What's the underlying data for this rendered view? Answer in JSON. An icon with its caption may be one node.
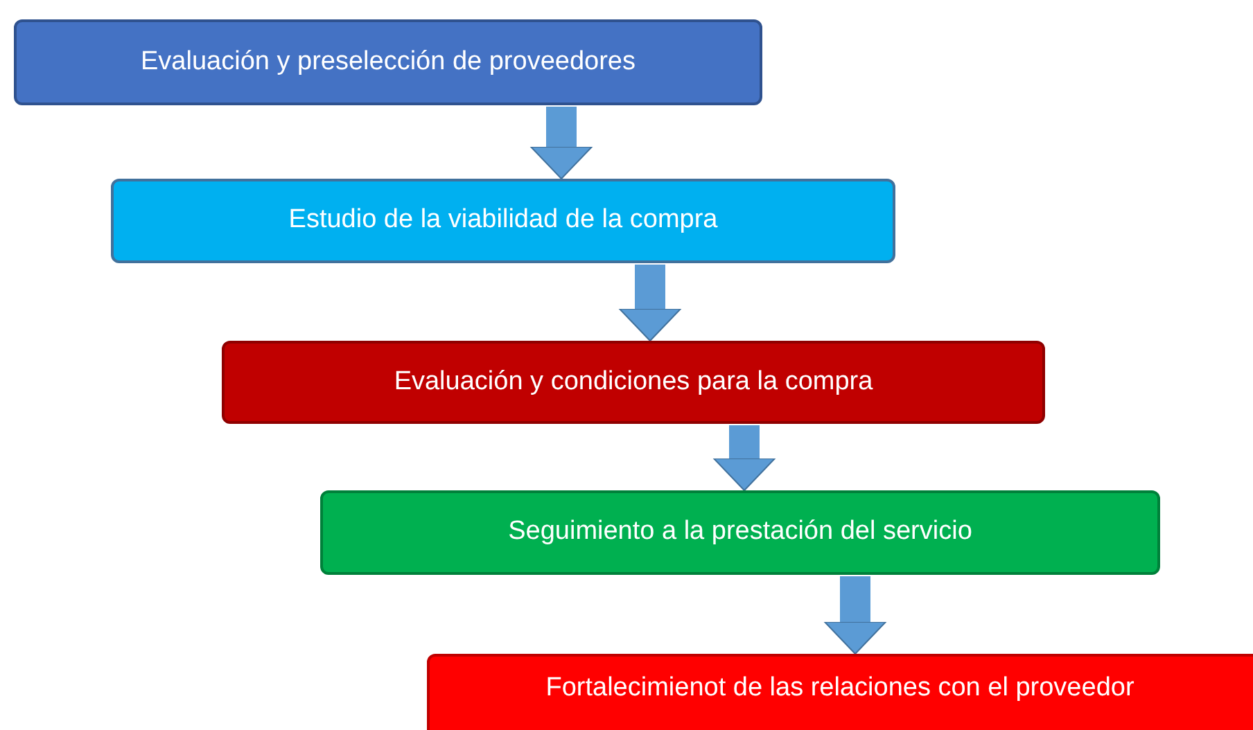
{
  "diagram": {
    "nodes": [
      {
        "text": [
          "Evaluación y preselección de proveedores"
        ]
      },
      {
        "text": [
          "Estudio de la viabilidad de la compra"
        ]
      },
      {
        "text": [
          "Evaluación y condiciones para la compra"
        ]
      },
      {
        "text": [
          "Seguimiento a la prestación del servicio"
        ]
      },
      {
        "text": [
          "Fortalecimienot de las relaciones con el proveedor"
        ]
      }
    ],
    "edges": [
      {
        "from": 0,
        "to": 1,
        "arrow": "to"
      },
      {
        "from": 1,
        "to": 2,
        "arrow": "to"
      },
      {
        "from": 2,
        "to": 3,
        "arrow": "to"
      },
      {
        "from": 3,
        "to": 4,
        "arrow": "to"
      }
    ]
  }
}
